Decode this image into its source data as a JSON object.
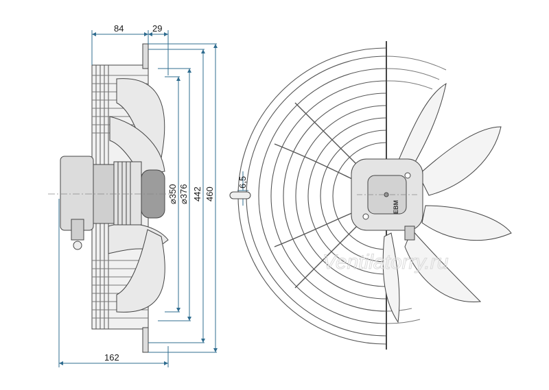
{
  "dimensions": {
    "top_left": "84",
    "top_right": "29",
    "bottom_width": "162",
    "dia_350": "350",
    "dia_376": "376",
    "height_442": "442",
    "height_460": "460",
    "hole": "6,5",
    "dia_symbol": "⌀"
  },
  "watermark": "Ventilatorry.ru",
  "logo_text": "EBM",
  "colors": {
    "line": "#3a3a3a",
    "dim": "#2f6c8f",
    "fill_light": "#e6e6e6",
    "fill_mid": "#cfcfcf",
    "fill_dark": "#9c9c9c"
  }
}
